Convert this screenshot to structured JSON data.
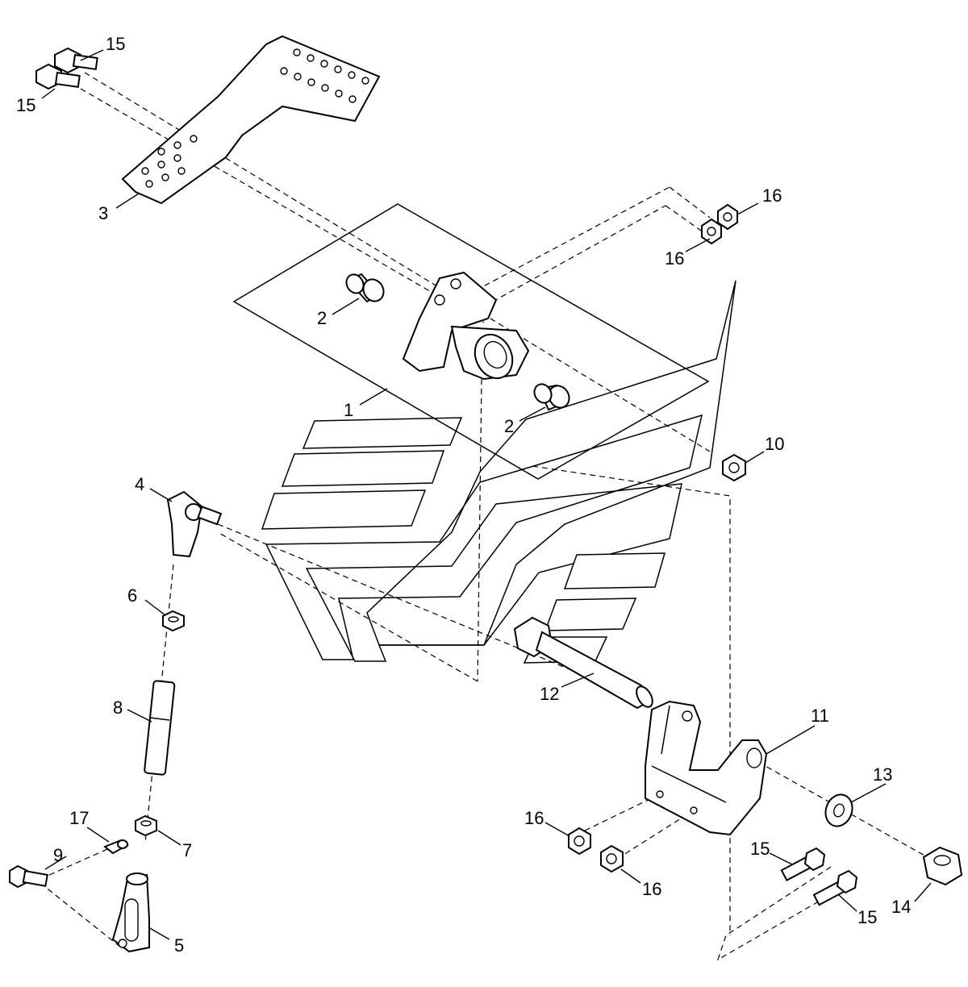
{
  "diagram": {
    "type": "exploded-parts-view",
    "callouts": [
      {
        "id": "c15a",
        "text": "15"
      },
      {
        "id": "c15b",
        "text": "15"
      },
      {
        "id": "c3",
        "text": "3"
      },
      {
        "id": "c16a",
        "text": "16"
      },
      {
        "id": "c16b",
        "text": "16"
      },
      {
        "id": "c2a",
        "text": "2"
      },
      {
        "id": "c1",
        "text": "1"
      },
      {
        "id": "c2b",
        "text": "2"
      },
      {
        "id": "c10",
        "text": "10"
      },
      {
        "id": "c4",
        "text": "4"
      },
      {
        "id": "c6",
        "text": "6"
      },
      {
        "id": "c12",
        "text": "12"
      },
      {
        "id": "c8",
        "text": "8"
      },
      {
        "id": "c11",
        "text": "11"
      },
      {
        "id": "c13",
        "text": "13"
      },
      {
        "id": "c17",
        "text": "17"
      },
      {
        "id": "c7",
        "text": "7"
      },
      {
        "id": "c16c",
        "text": "16"
      },
      {
        "id": "c9",
        "text": "9"
      },
      {
        "id": "c15c",
        "text": "15"
      },
      {
        "id": "c16d",
        "text": "16"
      },
      {
        "id": "c15d",
        "text": "15"
      },
      {
        "id": "c14",
        "text": "14"
      },
      {
        "id": "c5",
        "text": "5"
      }
    ]
  }
}
